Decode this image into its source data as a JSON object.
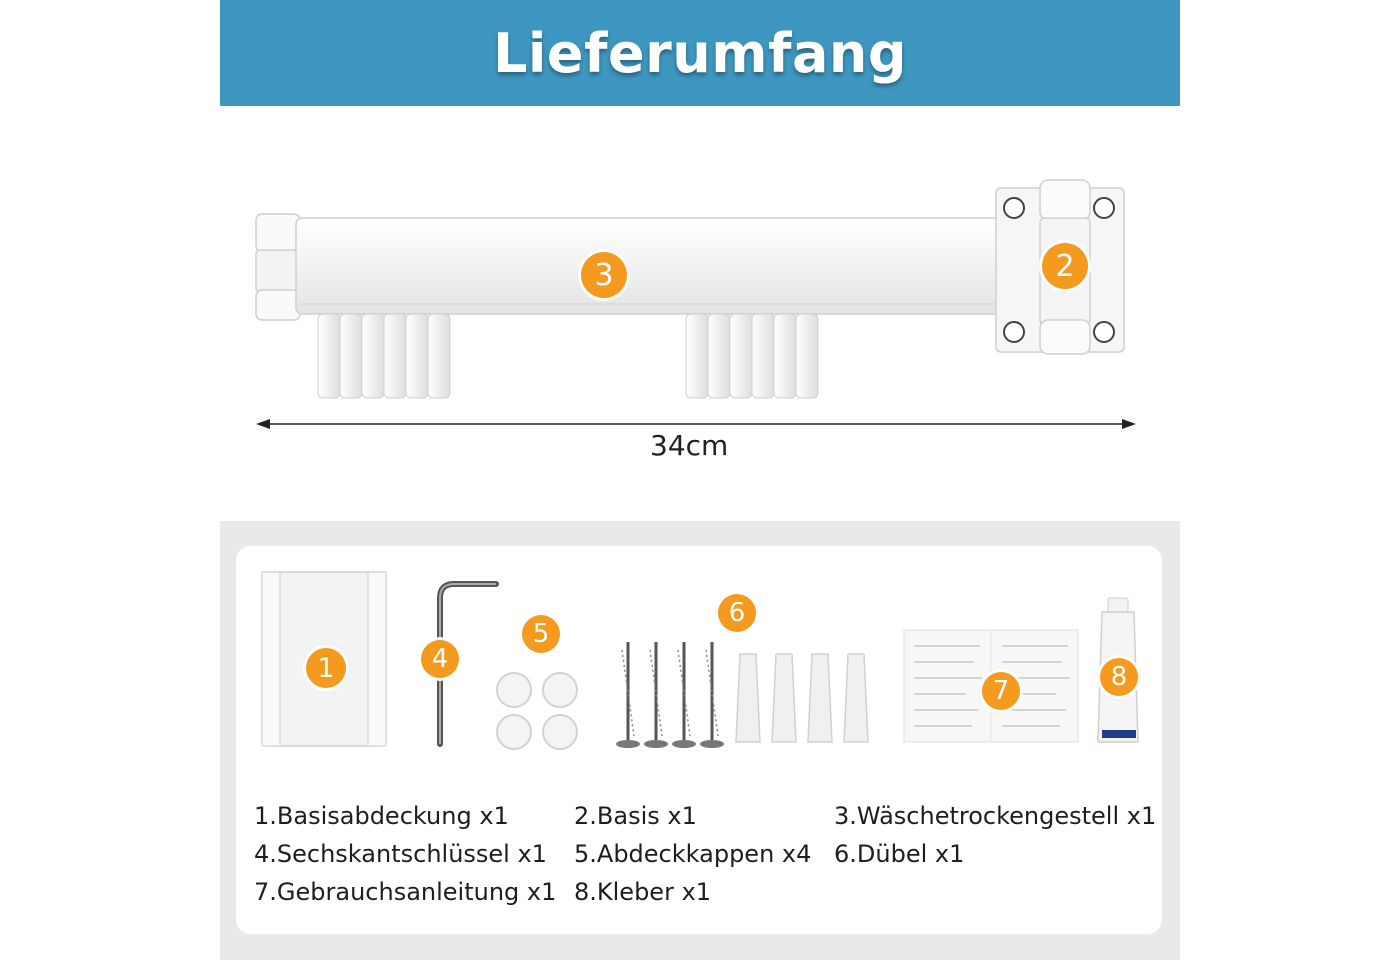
{
  "header": {
    "title": "Lieferumfang"
  },
  "product": {
    "dimension": "34cm",
    "callouts": [
      "3",
      "2"
    ]
  },
  "parts": {
    "callouts": [
      "1",
      "4",
      "5",
      "6",
      "7",
      "8"
    ],
    "legend": [
      "1.Basisabdeckung x1",
      "2.Basis x1",
      "3.Wäschetrockengestell x1",
      "4.Sechskantschlüssel x1",
      "5.Abdeckkappen x4",
      "6.Dübel x1",
      "7.Gebrauchsanleitung x1",
      "8.Kleber x1"
    ]
  },
  "colors": {
    "header_bg": "#3e97c0",
    "badge": "#f39a1f",
    "panel_bg": "#e9e9e9"
  }
}
